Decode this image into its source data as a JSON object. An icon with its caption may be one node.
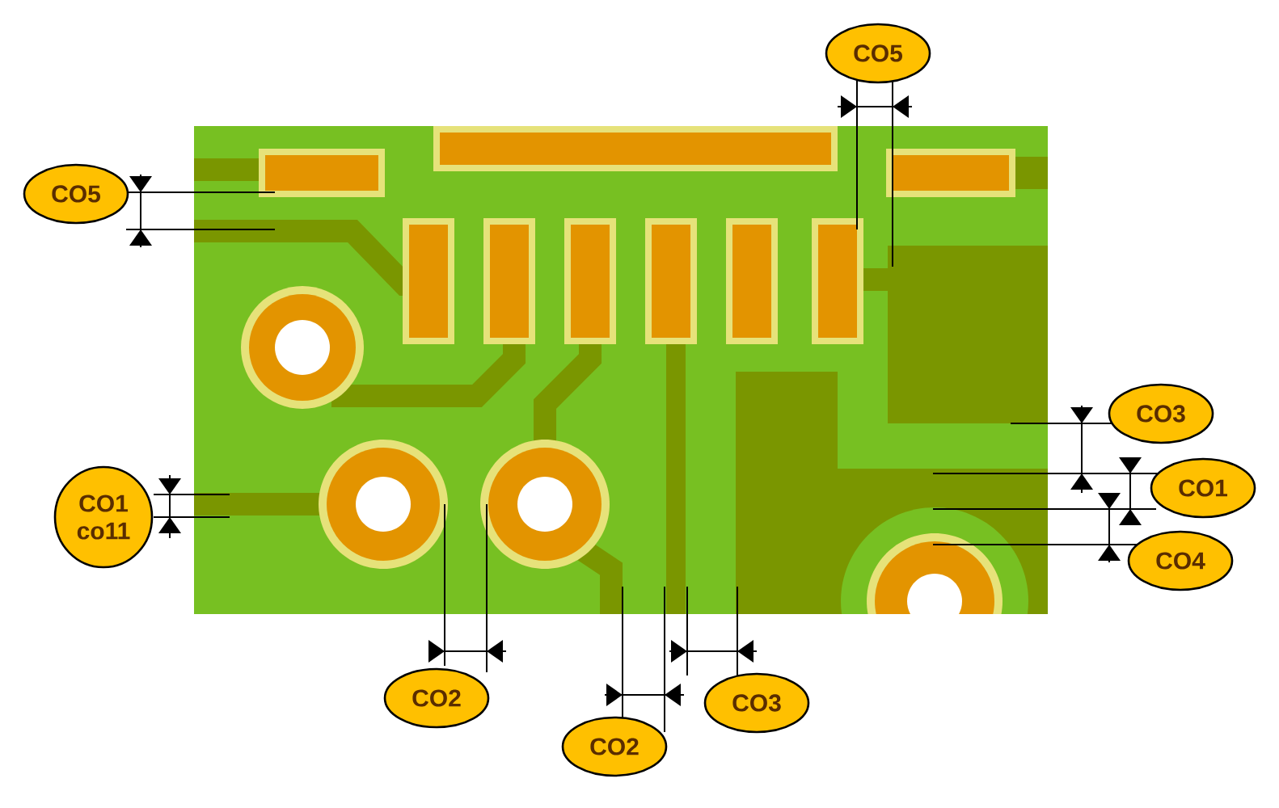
{
  "diagram": {
    "nodes": [
      {
        "text": [
          "CO5"
        ]
      },
      {
        "text": [
          "CO5"
        ]
      },
      {
        "text": [
          "CO3"
        ]
      },
      {
        "text": [
          "CO1"
        ]
      },
      {
        "text": [
          "CO1",
          "co11"
        ]
      },
      {
        "text": [
          "CO4"
        ]
      },
      {
        "text": [
          "CO2"
        ]
      },
      {
        "text": [
          "CO3"
        ]
      },
      {
        "text": [
          "CO2"
        ]
      }
    ]
  }
}
